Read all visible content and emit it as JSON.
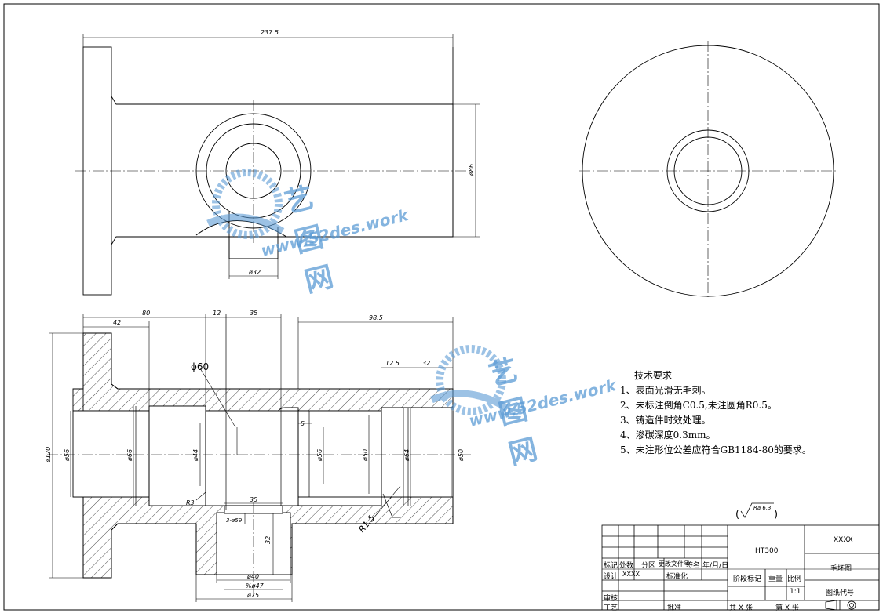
{
  "dimensions": {
    "top_length": "237.5",
    "top_height": "ø86",
    "top_bore": "ø32",
    "d42": "42",
    "d80": "80",
    "d12": "12",
    "d35a": "35",
    "d98_5": "98.5",
    "d12_5": "12.5",
    "d32a": "32",
    "phi60": "ϕ60",
    "phi120": "ø120",
    "phi56a": "ø56",
    "phi66": "ø66",
    "phi44": "ø44",
    "phi56b": "ø56",
    "phi50a": "ø50",
    "phi64": "ø64",
    "phi50b": "ø50",
    "d5": "5",
    "r3": "R3",
    "d35b": "35",
    "phi59": "3-ø59",
    "d32b": "32",
    "phi40": "ø40",
    "phi47": "%ø47",
    "phi75": "ø75",
    "rib": "R1.5"
  },
  "roughness": {
    "label": "Ra 6.3",
    "open": "(",
    "close": ")"
  },
  "notes": {
    "title": "技术要求",
    "items": [
      "1、表面光滑无毛刺。",
      "2、未标注倒角C0.5,未注圆角R0.5。",
      "3、铸造件时效处理。",
      "4、渗碳深度0.3mm。",
      "5、未注形位公差应符合GB1184-80的要求。"
    ]
  },
  "watermark": {
    "brand": "艺图网",
    "url": "www.52des.work"
  },
  "title_block": {
    "material": "HT300",
    "company": "XXXX",
    "drawing_name": "毛坯图",
    "drawing_code": "图纸代号",
    "row_labels": [
      "标记",
      "处数",
      "分区",
      "更改文件号",
      "签名",
      "年/月/日"
    ],
    "design": "设计",
    "designer": "XXXX",
    "standardize": "标准化",
    "stage": "阶段标记",
    "weight": "重量",
    "scale": "比例",
    "scale_value": "1:1",
    "review": "审核",
    "process": "工艺",
    "approve": "批准",
    "total_sheets": "共 X 张",
    "sheet_no": "第 X 张"
  }
}
